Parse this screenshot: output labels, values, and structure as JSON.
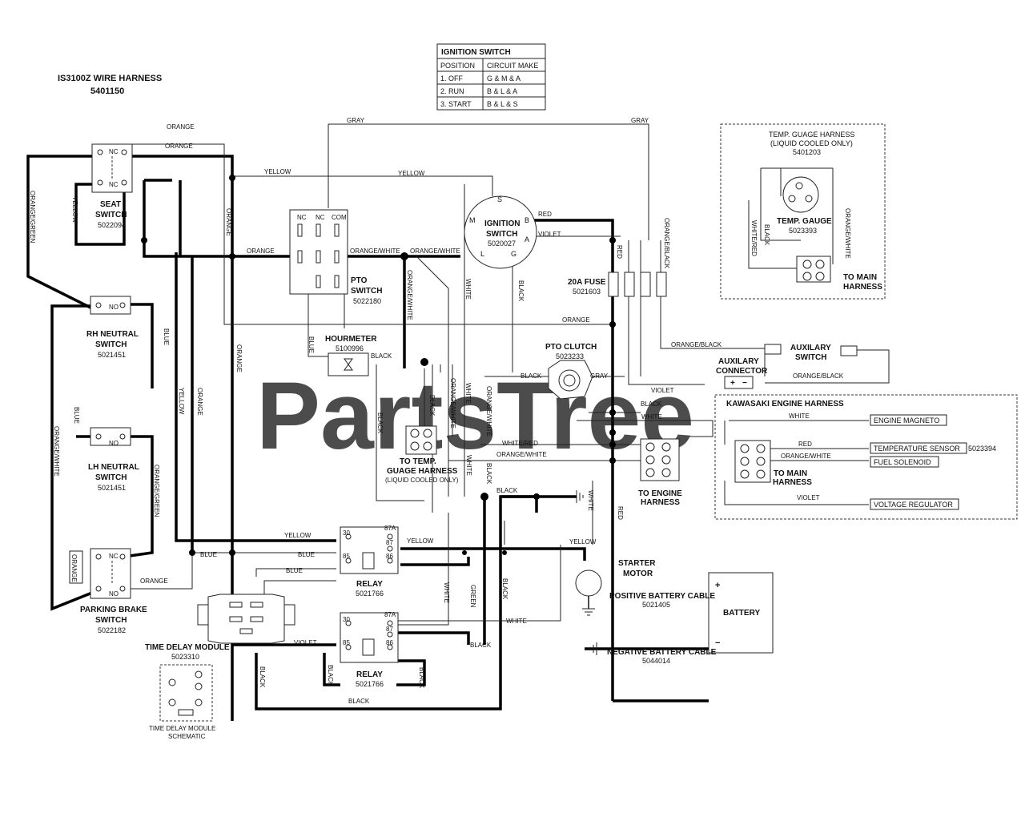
{
  "title": {
    "line1": "IS3100Z WIRE HARNESS",
    "line2": "5401150"
  },
  "ignition_table": {
    "title": "IGNITION SWITCH",
    "headers": [
      "POSITION",
      "CIRCUIT MAKE"
    ],
    "rows": [
      [
        "1. OFF",
        "G & M & A"
      ],
      [
        "2. RUN",
        "B & L & A"
      ],
      [
        "3. START",
        "B & L & S"
      ]
    ]
  },
  "watermark": "PartsTree",
  "components": {
    "seat_switch": {
      "name1": "SEAT",
      "name2": "SWITCH",
      "part": "5022094",
      "nc": "NC",
      "no": "NC"
    },
    "rh_neutral": {
      "name1": "RH NEUTRAL",
      "name2": "SWITCH",
      "part": "5021451",
      "no": "NO"
    },
    "lh_neutral": {
      "name1": "LH NEUTRAL",
      "name2": "SWITCH",
      "part": "5021451",
      "no": "NO"
    },
    "parking_brake": {
      "name1": "PARKING BRAKE",
      "name2": "SWITCH",
      "part": "5022182",
      "nc": "NC",
      "no": "NO"
    },
    "time_delay": {
      "name": "TIME DELAY MODULE",
      "part": "5023310",
      "schem1": "TIME DELAY MODULE",
      "schem2": "SCHEMATIC"
    },
    "pto_switch": {
      "name1": "PTO",
      "name2": "SWITCH",
      "part": "5022180",
      "nc1": "NC",
      "nc2": "NC",
      "com": "COM"
    },
    "hourmeter": {
      "name": "HOURMETER",
      "part": "5100996"
    },
    "ignition": {
      "name1": "IGNITION",
      "name2": "SWITCH",
      "part": "5020027",
      "s": "S",
      "m": "M",
      "b": "B",
      "a": "A",
      "l": "L",
      "g": "G"
    },
    "fuse": {
      "name": "20A FUSE",
      "part": "5021603"
    },
    "pto_clutch": {
      "name": "PTO CLUTCH",
      "part": "5023233"
    },
    "temp_harness_conn": {
      "name1": "TO TEMP.",
      "name2": "GUAGE HARNESS",
      "note": "(LIQUID COOLED ONLY)"
    },
    "relay1": {
      "name": "RELAY",
      "part": "5021766",
      "p30": "30",
      "p87a": "87A",
      "p87": "87",
      "p85": "85",
      "p86": "86"
    },
    "relay2": {
      "name": "RELAY",
      "part": "5021766",
      "p30": "30",
      "p87a": "87A",
      "p87": "87",
      "p85": "85",
      "p86": "86"
    },
    "starter": {
      "name1": "STARTER",
      "name2": "MOTOR"
    },
    "pos_cable": {
      "name": "POSITIVE BATTERY CABLE",
      "part": "5021405"
    },
    "neg_cable": {
      "name": "NEGATIVE BATTERY CABLE",
      "part": "5044014"
    },
    "battery": {
      "name": "BATTERY",
      "plus": "+",
      "minus": "−"
    },
    "to_engine": {
      "name1": "TO ENGINE",
      "name2": "HARNESS"
    },
    "temp_gauge_harness": {
      "title1": "TEMP. GUAGE HARNESS",
      "title2": "(LIQUID COOLED ONLY)",
      "part": "5401203",
      "gauge": "TEMP. GAUGE",
      "gauge_part": "5023393",
      "main1": "TO MAIN",
      "main2": "HARNESS"
    },
    "aux": {
      "switch1": "AUXILARY",
      "switch2": "SWITCH",
      "conn1": "AUXILARY",
      "conn2": "CONNECTOR"
    },
    "kawasaki": {
      "title": "KAWASAKI ENGINE HARNESS",
      "magneto": "ENGINE MAGNETO",
      "temp_sensor": "TEMPERATURE SENSOR",
      "temp_part": "5023394",
      "fuel": "FUEL SOLENOID",
      "volt_reg": "VOLTAGE REGULATOR",
      "main1": "TO MAIN",
      "main2": "HARNESS"
    }
  },
  "wire_labels": {
    "orange": "ORANGE",
    "yellow": "YELLOW",
    "gray": "GRAY",
    "red": "RED",
    "violet": "VIOLET",
    "black": "BLACK",
    "white": "WHITE",
    "blue": "BLUE",
    "green": "GREEN",
    "orange_white": "ORANGE/WHITE",
    "orange_black": "ORANGE/BLACK",
    "orange_green": "ORANGE/GREEN",
    "white_red": "WHITE/RED"
  }
}
